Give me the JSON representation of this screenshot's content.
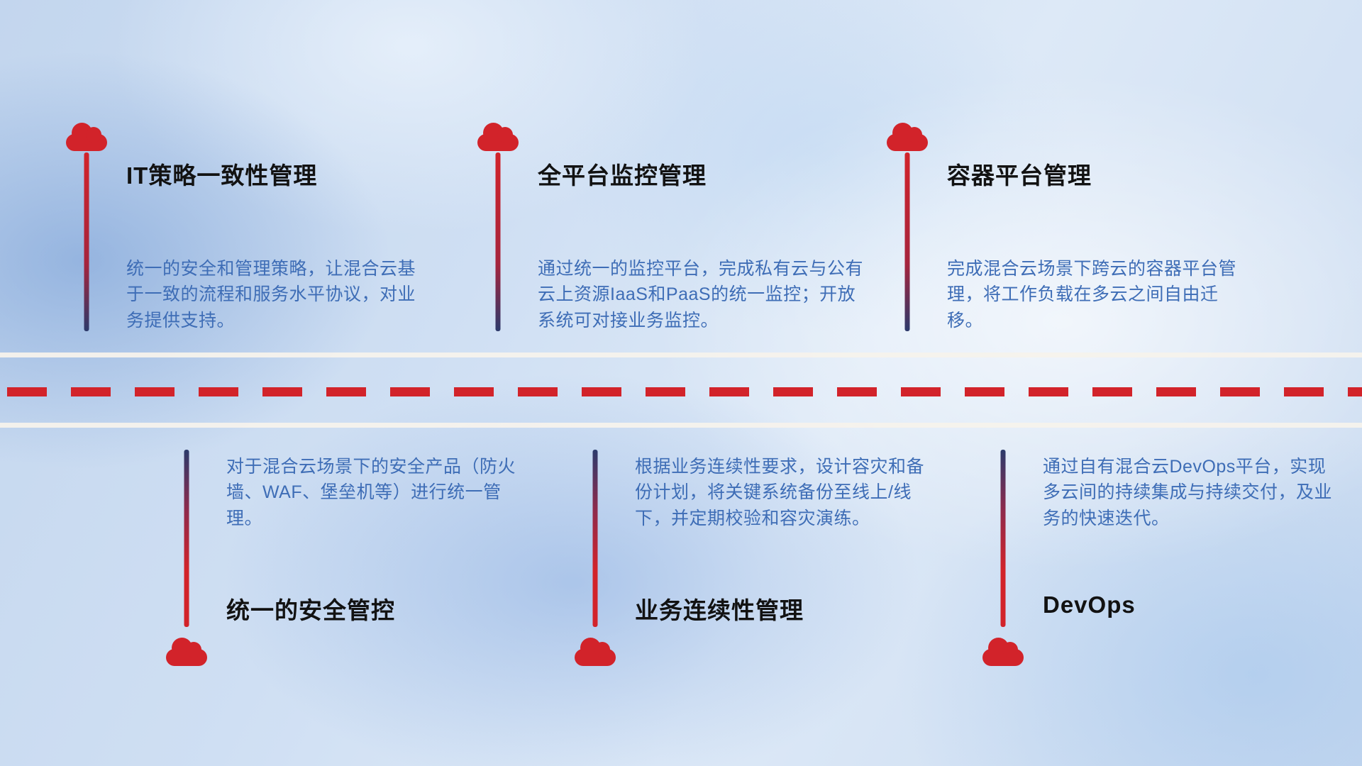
{
  "colors": {
    "cloud_red": "#d2232a",
    "line_navy": "#2c3a6b",
    "road_white": "#f5f2ec",
    "title_color": "#121212",
    "desc_color": "#3e6db6"
  },
  "road": {
    "style": "two solid white lines with red dashed center line"
  },
  "milestones": {
    "top": [
      {
        "icon": "cloud-icon",
        "title": "IT策略一致性管理",
        "description": "统一的安全和管理策略，让混合云基于一致的流程和服务水平协议，对业务提供支持。"
      },
      {
        "icon": "cloud-icon",
        "title": "全平台监控管理",
        "description": "通过统一的监控平台，完成私有云与公有云上资源IaaS和PaaS的统一监控；开放系统可对接业务监控。"
      },
      {
        "icon": "cloud-icon",
        "title": "容器平台管理",
        "description": "完成混合云场景下跨云的容器平台管理，将工作负载在多云之间自由迁移。"
      }
    ],
    "bottom": [
      {
        "icon": "cloud-icon",
        "title": "统一的安全管控",
        "description": "对于混合云场景下的安全产品（防火墙、WAF、堡垒机等）进行统一管理。"
      },
      {
        "icon": "cloud-icon",
        "title": "业务连续性管理",
        "description": "根据业务连续性要求，设计容灾和备份计划，将关键系统备份至线上/线下，并定期校验和容灾演练。"
      },
      {
        "icon": "cloud-icon",
        "title": "DevOps",
        "description": "通过自有混合云DevOps平台，实现多云间的持续集成与持续交付，及业务的快速迭代。"
      }
    ]
  }
}
